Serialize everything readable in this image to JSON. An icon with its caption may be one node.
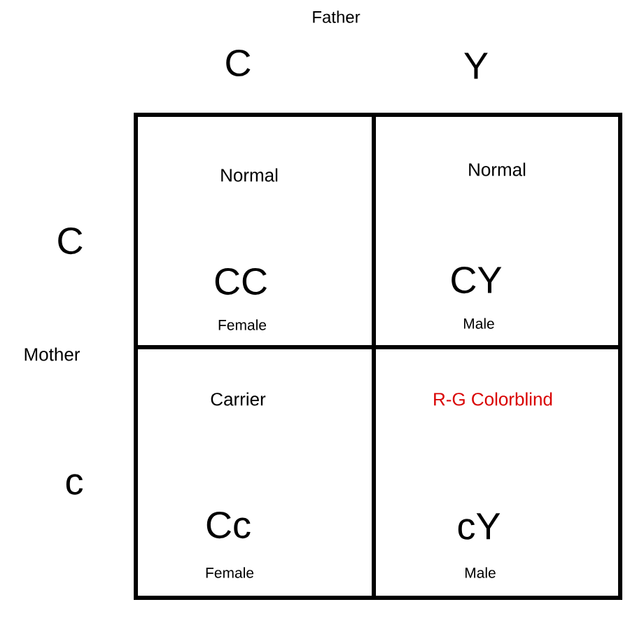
{
  "diagram": {
    "nodes": [
      {
        "text": [
          "Normal",
          "CC",
          "Female"
        ]
      },
      {
        "text": [
          "Normal",
          "CY",
          "Male"
        ]
      },
      {
        "text": [
          "Carrier",
          "Cc",
          "Female"
        ]
      },
      {
        "text": [
          "R-G Colorblind",
          "cY",
          "Male"
        ]
      }
    ],
    "labels": [
      "Father",
      "C",
      "Y",
      "C",
      "Mother",
      "c"
    ]
  }
}
